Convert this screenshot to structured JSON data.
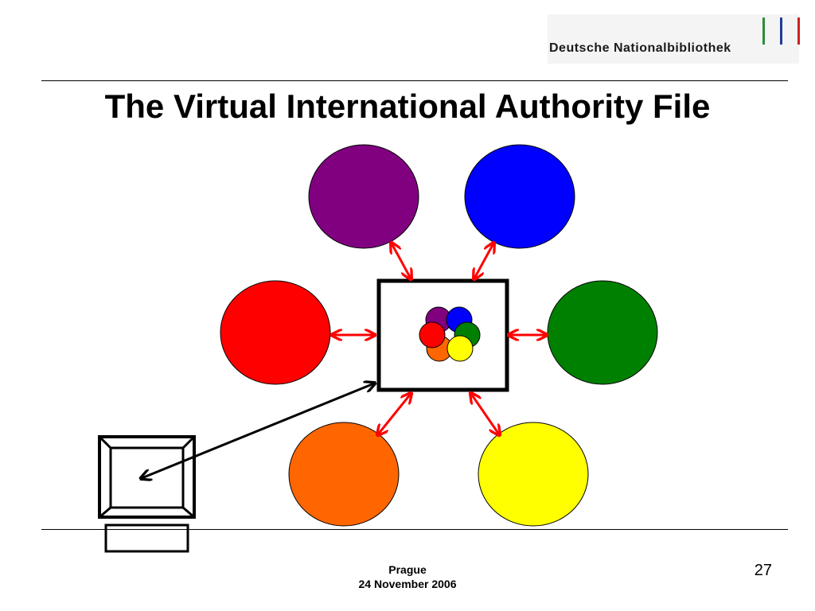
{
  "header": {
    "organization": "Deutsche Nationalbibliothek",
    "logo_bar_colors": [
      "#2e8b3a",
      "#1f3d99",
      "#cc2222"
    ]
  },
  "slide": {
    "title": "The Virtual International Authority File"
  },
  "diagram": {
    "nodes": [
      {
        "name": "purple",
        "color": "#800080"
      },
      {
        "name": "blue",
        "color": "#0000ff"
      },
      {
        "name": "red",
        "color": "#ff0000"
      },
      {
        "name": "green",
        "color": "#008000"
      },
      {
        "name": "orange",
        "color": "#ff6600"
      },
      {
        "name": "yellow",
        "color": "#ffff00"
      }
    ],
    "arrow_color": "#ff0000",
    "user_link_color": "#000000"
  },
  "footer": {
    "location": "Prague",
    "date": "24  November 2006",
    "page_number": "27"
  }
}
